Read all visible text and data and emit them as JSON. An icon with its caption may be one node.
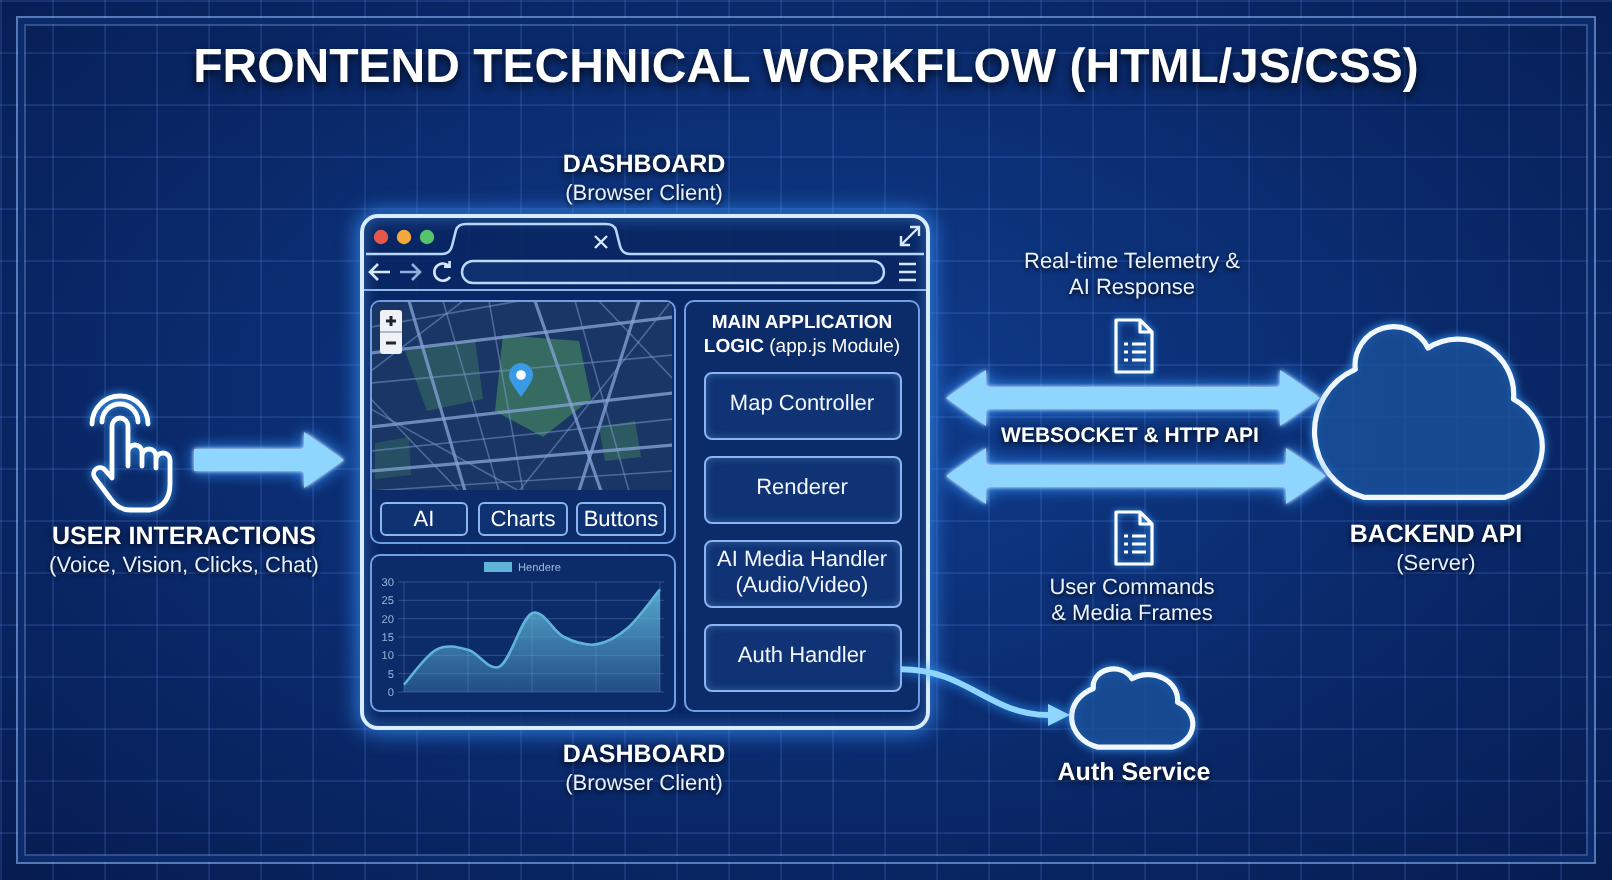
{
  "diagram": {
    "title": "FRONTEND TECHNICAL WORKFLOW (HTML/JS/CSS)",
    "nodes": [
      {
        "text": [
          "USER INTERACTIONS",
          "(Voice, Vision, Clicks, Chat)"
        ]
      },
      {
        "text": [
          "DASHBOARD",
          "(Browser Client)"
        ],
        "beside": [
          "DASHBOARD",
          "(Browser Client)"
        ]
      },
      {
        "text": [
          "AI"
        ],
        "in": 1
      },
      {
        "text": [
          "Charts"
        ],
        "in": 1
      },
      {
        "text": [
          "Buttons"
        ],
        "in": 1
      },
      {
        "text": [
          "**MAIN APPLICATION LOGIC** (app.js Module)"
        ],
        "in": 1
      },
      {
        "text": [
          "Map Controller"
        ],
        "in": 5
      },
      {
        "text": [
          "Renderer"
        ],
        "in": 5
      },
      {
        "text": [
          "AI Media Handler (Audio/Video)"
        ],
        "in": 5
      },
      {
        "text": [
          "Auth Handler"
        ],
        "in": 5
      },
      {
        "text": [
          "BACKEND API",
          "(Server)"
        ]
      },
      {
        "text": [
          "Auth Service"
        ]
      }
    ],
    "edges": [
      {
        "from": 0,
        "to": 1,
        "arrow": "to"
      },
      {
        "from": 1,
        "to": 10,
        "arrow": "both"
      },
      {
        "from": 1,
        "to": 10,
        "arrow": "both"
      },
      {
        "from": 9,
        "to": 11,
        "arrow": "to"
      }
    ],
    "labels": [
      "Real-time Telemetry & AI Response",
      "WEBSOCKET & HTTP API",
      "User Commands & Media Frames"
    ],
    "chart_data": {
      "type": "area",
      "series": [
        {
          "name": "Hendere",
          "color": "#5fb4d8",
          "values": [
            2,
            11.5,
            11.5,
            7,
            21.5,
            15,
            13,
            17.5,
            28
          ]
        }
      ],
      "ylim": [
        0,
        30
      ],
      "yticks": [
        0,
        5,
        10,
        15,
        20,
        25,
        30
      ],
      "grid": true
    }
  }
}
